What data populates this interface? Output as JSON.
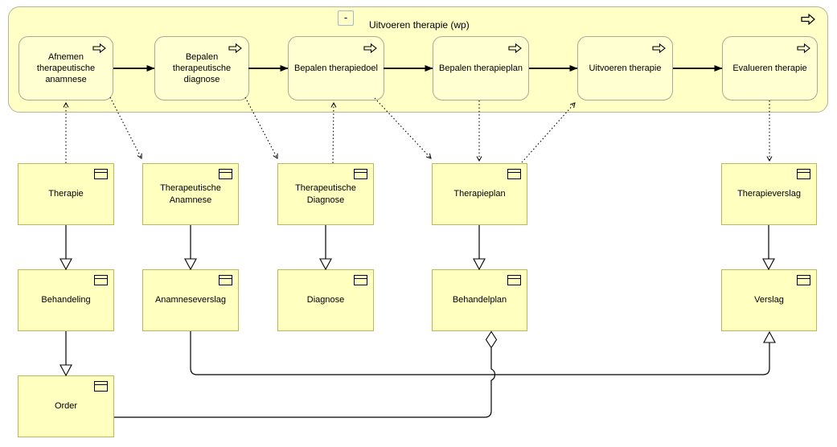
{
  "diagram": {
    "group": {
      "title": "Uitvoeren therapie (wp)",
      "collapse_button_label": "-"
    },
    "processes": [
      {
        "label": "Afnemen therapeutische anamnese"
      },
      {
        "label": "Bepalen therapeutische diagnose"
      },
      {
        "label": "Bepalen therapiedoel"
      },
      {
        "label": "Bepalen therapieplan"
      },
      {
        "label": "Uitvoeren therapie"
      },
      {
        "label": "Evalueren therapie"
      }
    ],
    "objects": [
      {
        "label": "Therapie"
      },
      {
        "label": "Therapeutische Anamnese"
      },
      {
        "label": "Therapeutische Diagnose"
      },
      {
        "label": "Therapieplan"
      },
      {
        "label": "Therapieverslag"
      },
      {
        "label": "Behandeling"
      },
      {
        "label": "Anamneseverslag"
      },
      {
        "label": "Diagnose"
      },
      {
        "label": "Behandelplan"
      },
      {
        "label": "Verslag"
      },
      {
        "label": "Order"
      }
    ],
    "relationships": {
      "flows": [
        {
          "from": "Afnemen therapeutische anamnese",
          "to": "Bepalen therapeutische diagnose"
        },
        {
          "from": "Bepalen therapeutische diagnose",
          "to": "Bepalen therapiedoel"
        },
        {
          "from": "Bepalen therapiedoel",
          "to": "Bepalen therapieplan"
        },
        {
          "from": "Bepalen therapieplan",
          "to": "Uitvoeren therapie"
        },
        {
          "from": "Uitvoeren therapie",
          "to": "Evalueren therapie"
        }
      ],
      "access": [
        {
          "from": "Therapie",
          "to": "Afnemen therapeutische anamnese"
        },
        {
          "from": "Afnemen therapeutische anamnese",
          "to": "Therapeutische Anamnese"
        },
        {
          "from": "Bepalen therapeutische diagnose",
          "to": "Therapeutische Diagnose"
        },
        {
          "from": "Therapeutische Diagnose",
          "to": "Bepalen therapiedoel"
        },
        {
          "from": "Bepalen therapiedoel",
          "to": "Therapieplan"
        },
        {
          "from": "Bepalen therapieplan",
          "to": "Therapieplan"
        },
        {
          "from": "Therapieplan",
          "to": "Uitvoeren therapie"
        },
        {
          "from": "Evalueren therapie",
          "to": "Therapieverslag"
        }
      ],
      "specializations": [
        {
          "from": "Therapie",
          "to": "Behandeling"
        },
        {
          "from": "Therapeutische Anamnese",
          "to": "Anamneseverslag"
        },
        {
          "from": "Therapeutische Diagnose",
          "to": "Diagnose"
        },
        {
          "from": "Therapieplan",
          "to": "Behandelplan"
        },
        {
          "from": "Therapieverslag",
          "to": "Verslag"
        },
        {
          "from": "Behandeling",
          "to": "Order"
        },
        {
          "from": "Anamneseverslag",
          "to": "Verslag"
        }
      ],
      "aggregations": [
        {
          "whole": "Behandelplan",
          "part": "Order"
        }
      ]
    },
    "colors": {
      "group_fill": "#ffffc6",
      "group_border": "#b4b49e",
      "process_fill": "#ffffd2",
      "process_border": "#a9a996",
      "object_fill": "#ffffc0",
      "object_border": "#b9b955",
      "connector": "#000000"
    }
  }
}
